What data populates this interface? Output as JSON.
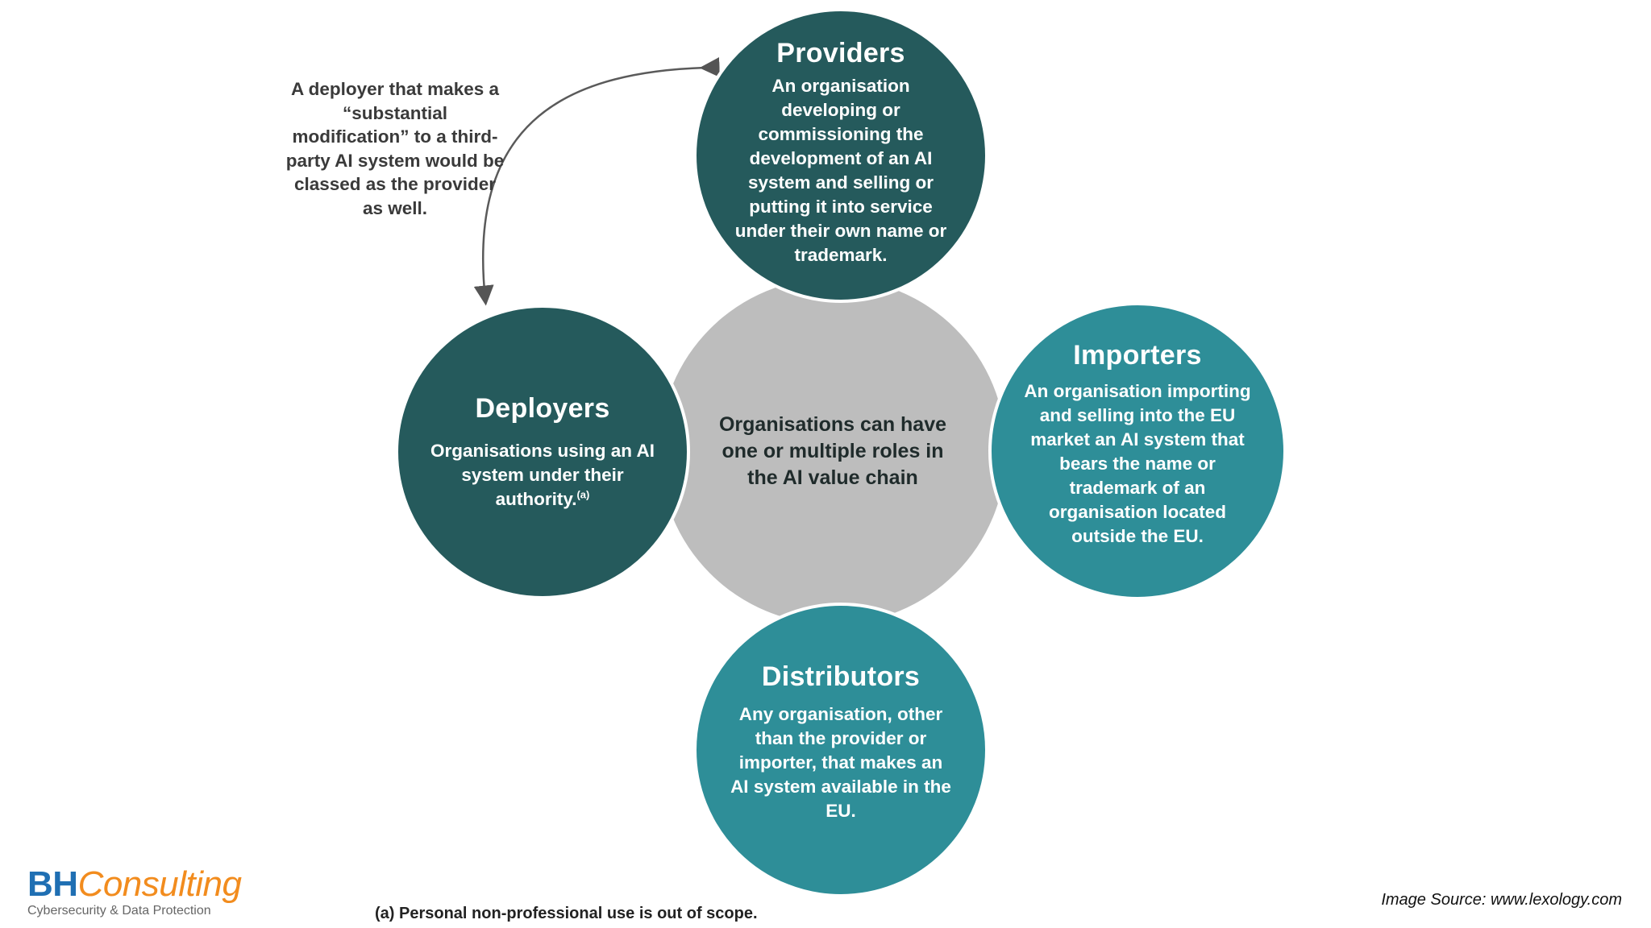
{
  "note": {
    "text": "A deployer that makes a “substantial modification” to a third-party AI system would be classed as the provider as well."
  },
  "center": {
    "text": "Organisations can have one or multiple roles in the AI value chain"
  },
  "providers": {
    "title": "Providers",
    "description": "An organisation developing or commissioning the development of an AI system and selling or putting it into service under their own name or trademark."
  },
  "deployers": {
    "title": "Deployers",
    "description": "Organisations using an AI system under their authority.",
    "footnote_marker": "(a)"
  },
  "importers": {
    "title": "Importers",
    "description": "An organisation importing and selling into the EU market an AI system that bears the name or trademark of an organisation located outside the EU."
  },
  "distributors": {
    "title": "Distributors",
    "description": "Any organisation, other than the provider or importer, that makes an AI system available in the EU."
  },
  "footnote": {
    "text": "(a) Personal non-professional use is out of scope."
  },
  "source": {
    "text": "Image Source: www.lexology.com"
  },
  "logo": {
    "brand_bh": "BH",
    "brand_consulting": "Consulting",
    "tagline": "Cybersecurity & Data Protection"
  },
  "colors": {
    "dark_teal": "#255a5c",
    "light_teal": "#2e8e98",
    "center_grey": "#bdbdbd",
    "logo_blue": "#1f6fb3",
    "logo_orange": "#f28c1e"
  }
}
